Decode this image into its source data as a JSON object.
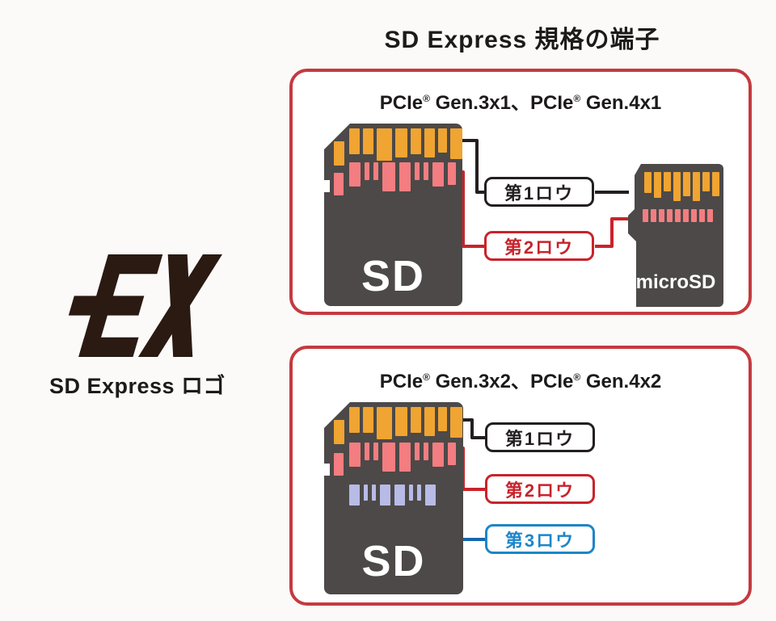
{
  "title": "SD Express 規格の端子",
  "logo": {
    "mark": "EX",
    "caption": "SD Express ロゴ",
    "color": "#2a1a12"
  },
  "colors": {
    "background": "#fbfaf8",
    "panel_border": "#c43a40",
    "card_body": "#4c4948",
    "black_accent": "#231f20",
    "red_accent": "#c8232b",
    "blue_box": "#1d86c8",
    "blue_line": "#1765ae"
  },
  "pin_colors": {
    "row1": "#f0a431",
    "row2": "#f37d80",
    "row3": "#b7bbe6"
  },
  "pin_patterns": {
    "sd_main_row1": [
      [
        13,
        32
      ],
      [
        13,
        32
      ],
      [
        19,
        40
      ],
      [
        15,
        36
      ],
      [
        13,
        32
      ],
      [
        13,
        36
      ],
      [
        11,
        30
      ],
      [
        15,
        38
      ]
    ],
    "sd_main_row2": [
      [
        14,
        30
      ],
      [
        6,
        22
      ],
      [
        6,
        22
      ],
      [
        16,
        36
      ],
      [
        14,
        36
      ],
      [
        6,
        22
      ],
      [
        6,
        22
      ],
      [
        14,
        30
      ],
      [
        10,
        28
      ]
    ],
    "sd_main_row3": [
      [
        13,
        26
      ],
      [
        5,
        20
      ],
      [
        5,
        20
      ],
      [
        13,
        26
      ],
      [
        13,
        26
      ],
      [
        5,
        20
      ],
      [
        5,
        20
      ],
      [
        13,
        26
      ]
    ],
    "micro_row1": [
      [
        9,
        26
      ],
      [
        9,
        32
      ],
      [
        9,
        24
      ],
      [
        9,
        36
      ],
      [
        9,
        30
      ],
      [
        9,
        36
      ],
      [
        9,
        24
      ],
      [
        9,
        30
      ]
    ],
    "micro_row2": [
      [
        7,
        16
      ],
      [
        7,
        16
      ],
      [
        7,
        16
      ],
      [
        7,
        16
      ],
      [
        7,
        16
      ],
      [
        7,
        16
      ],
      [
        7,
        16
      ],
      [
        7,
        16
      ],
      [
        7,
        16
      ]
    ]
  },
  "panels": [
    {
      "heading_parts": [
        "PCIe",
        "®",
        " Gen.3x1、PCIe",
        "®",
        " Gen.4x1"
      ],
      "cards": [
        {
          "label": "SD"
        },
        {
          "label": "microSD"
        }
      ],
      "row_labels": [
        {
          "text": "第1ロウ",
          "color": "#231f20"
        },
        {
          "text": "第2ロウ",
          "color": "#c8232b"
        }
      ]
    },
    {
      "heading_parts": [
        "PCIe",
        "®",
        " Gen.3x2、PCIe",
        "®",
        " Gen.4x2"
      ],
      "cards": [
        {
          "label": "SD"
        }
      ],
      "row_labels": [
        {
          "text": "第1ロウ",
          "color": "#231f20"
        },
        {
          "text": "第2ロウ",
          "color": "#c8232b"
        },
        {
          "text": "第3ロウ",
          "color": "#1d86c8"
        }
      ]
    }
  ]
}
